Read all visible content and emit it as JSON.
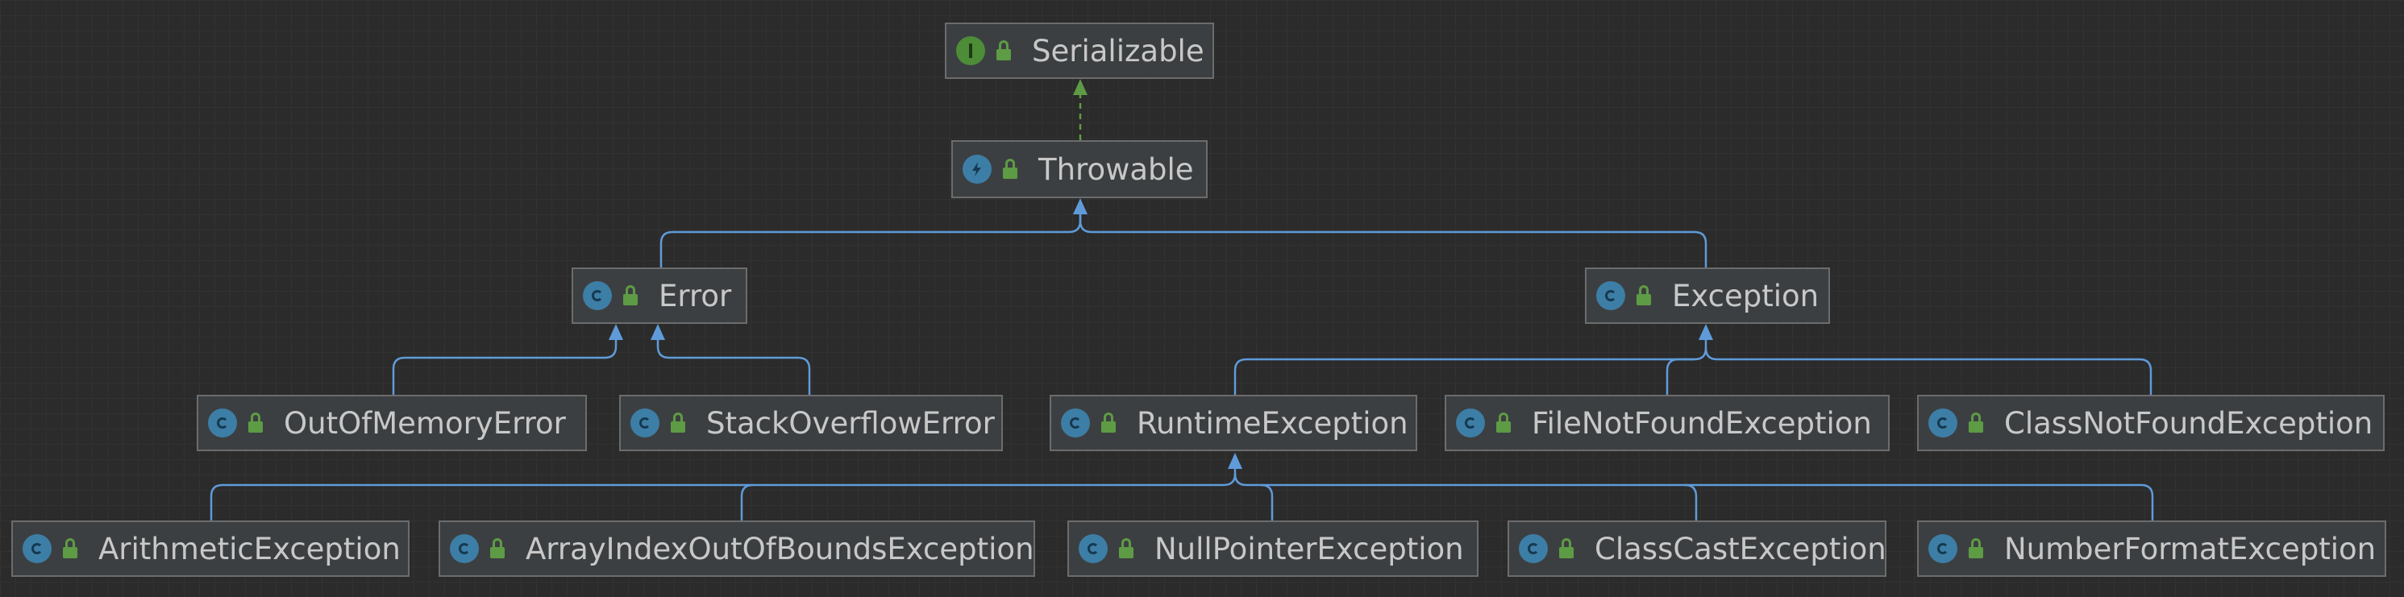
{
  "nodes": {
    "serializable": {
      "name": "Serializable",
      "kind": "interface",
      "icon": "interface-icon"
    },
    "throwable": {
      "name": "Throwable",
      "kind": "throwable",
      "icon": "throwable-class-icon"
    },
    "error": {
      "name": "Error",
      "kind": "class",
      "icon": "class-icon"
    },
    "exception": {
      "name": "Exception",
      "kind": "class",
      "icon": "class-icon"
    },
    "outofmemoryerror": {
      "name": "OutOfMemoryError",
      "kind": "class",
      "icon": "class-icon"
    },
    "stackoverflowerror": {
      "name": "StackOverflowError",
      "kind": "class",
      "icon": "class-icon"
    },
    "runtimeexception": {
      "name": "RuntimeException",
      "kind": "class",
      "icon": "class-icon"
    },
    "filenotfoundexception": {
      "name": "FileNotFoundException",
      "kind": "class",
      "icon": "class-icon"
    },
    "classnotfoundexception": {
      "name": "ClassNotFoundException",
      "kind": "class",
      "icon": "class-icon"
    },
    "arithmeticexception": {
      "name": "ArithmeticException",
      "kind": "class",
      "icon": "class-icon"
    },
    "arrayindexoutofboundsexception": {
      "name": "ArrayIndexOutOfBoundsException",
      "kind": "class",
      "icon": "class-icon"
    },
    "nullpointerexception": {
      "name": "NullPointerException",
      "kind": "class",
      "icon": "class-icon"
    },
    "classcastexception": {
      "name": "ClassCastException",
      "kind": "class",
      "icon": "class-icon"
    },
    "numberformatexception": {
      "name": "NumberFormatException",
      "kind": "class",
      "icon": "class-icon"
    }
  },
  "edges": [
    {
      "from": "throwable",
      "to": "serializable",
      "type": "implements"
    },
    {
      "from": "error",
      "to": "throwable",
      "type": "extends"
    },
    {
      "from": "exception",
      "to": "throwable",
      "type": "extends"
    },
    {
      "from": "outofmemoryerror",
      "to": "error",
      "type": "extends"
    },
    {
      "from": "stackoverflowerror",
      "to": "error",
      "type": "extends"
    },
    {
      "from": "runtimeexception",
      "to": "exception",
      "type": "extends"
    },
    {
      "from": "filenotfoundexception",
      "to": "exception",
      "type": "extends"
    },
    {
      "from": "classnotfoundexception",
      "to": "exception",
      "type": "extends"
    },
    {
      "from": "arithmeticexception",
      "to": "runtimeexception",
      "type": "extends"
    },
    {
      "from": "arrayindexoutofboundsexception",
      "to": "runtimeexception",
      "type": "extends"
    },
    {
      "from": "nullpointerexception",
      "to": "runtimeexception",
      "type": "extends"
    },
    {
      "from": "classcastexception",
      "to": "runtimeexception",
      "type": "extends"
    },
    {
      "from": "numberformatexception",
      "to": "runtimeexception",
      "type": "extends"
    }
  ],
  "colors": {
    "background": "#2b2b2b",
    "node_fill": "#3c3f41",
    "node_border": "#6c6c6c",
    "text": "#c8c8c8",
    "extends_edge": "#5f9bd9",
    "implements_edge": "#5e9b45",
    "class_icon": "#3d7ea6",
    "interface_icon": "#4d8d38",
    "visibility_lock": "#5e9b45"
  }
}
